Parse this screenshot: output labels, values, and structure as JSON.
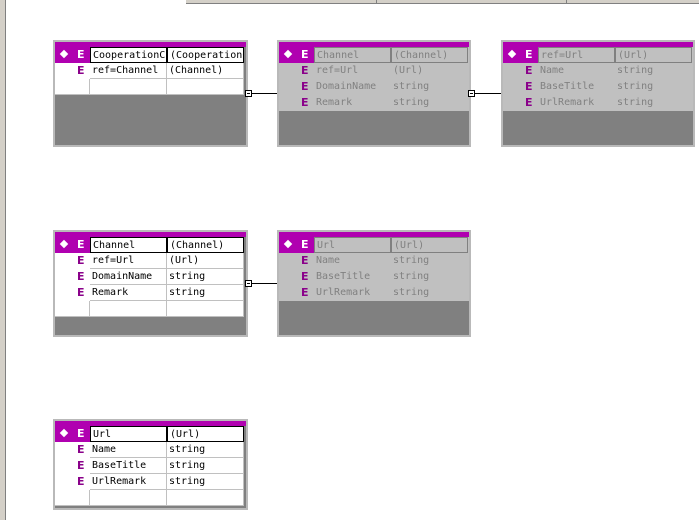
{
  "tables": {
    "t1": {
      "header": {
        "c1": "CooperationCh",
        "c2": "(CooperationC"
      },
      "rows": [
        {
          "c1": "ref=Channel",
          "c2": "(Channel)"
        }
      ]
    },
    "t2": {
      "header": {
        "c1": "Channel",
        "c2": "(Channel)"
      },
      "rows": [
        {
          "c1": "ref=Url",
          "c2": "(Url)"
        },
        {
          "c1": "DomainName",
          "c2": "string"
        },
        {
          "c1": "Remark",
          "c2": "string"
        }
      ]
    },
    "t3": {
      "header": {
        "c1": "ref=Url",
        "c2": "(Url)"
      },
      "rows": [
        {
          "c1": "Name",
          "c2": "string"
        },
        {
          "c1": "BaseTitle",
          "c2": "string"
        },
        {
          "c1": "UrlRemark",
          "c2": "string"
        }
      ]
    },
    "t4": {
      "header": {
        "c1": "Channel",
        "c2": "(Channel)"
      },
      "rows": [
        {
          "c1": "ref=Url",
          "c2": "(Url)"
        },
        {
          "c1": "DomainName",
          "c2": "string"
        },
        {
          "c1": "Remark",
          "c2": "string"
        }
      ]
    },
    "t5": {
      "header": {
        "c1": "Url",
        "c2": "(Url)"
      },
      "rows": [
        {
          "c1": "Name",
          "c2": "string"
        },
        {
          "c1": "BaseTitle",
          "c2": "string"
        },
        {
          "c1": "UrlRemark",
          "c2": "string"
        }
      ]
    },
    "t6": {
      "header": {
        "c1": "Url",
        "c2": "(Url)"
      },
      "rows": [
        {
          "c1": "Name",
          "c2": "string"
        },
        {
          "c1": "BaseTitle",
          "c2": "string"
        },
        {
          "c1": "UrlRemark",
          "c2": "string"
        }
      ]
    }
  },
  "glyphs": {
    "element_marker": "E"
  },
  "colors": {
    "header_magenta": "#b000b0",
    "element_glyph": "#8a008a",
    "inactive_gray": "#c0c0c0",
    "table_fill": "#808080"
  }
}
